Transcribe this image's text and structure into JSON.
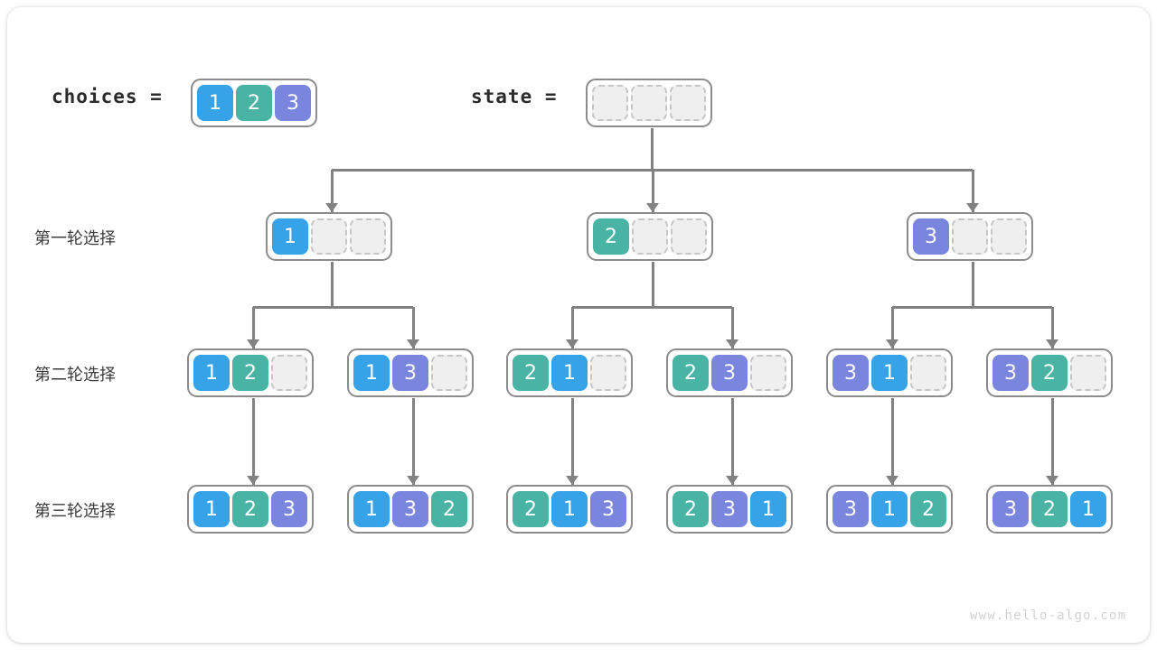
{
  "colors": {
    "blue": "#36a3e8",
    "teal": "#4ab4a4",
    "purple": "#7a85de",
    "empty_fill": "#efefef",
    "empty_border": "#c6c6c6",
    "node_border": "#8c8c8c",
    "line": "#828282",
    "text": "#3c3c3c",
    "watermark": "#d2d2d2"
  },
  "header": {
    "choices_label": "choices =",
    "state_label": "state =",
    "choices_cells": [
      "1",
      "2",
      "3"
    ],
    "state_cells": [
      "",
      "",
      ""
    ]
  },
  "rows": [
    {
      "label": "第一轮选择"
    },
    {
      "label": "第二轮选择"
    },
    {
      "label": "第三轮选择"
    }
  ],
  "level1": [
    {
      "cells": [
        "1",
        "",
        ""
      ]
    },
    {
      "cells": [
        "2",
        "",
        ""
      ]
    },
    {
      "cells": [
        "3",
        "",
        ""
      ]
    }
  ],
  "level2": [
    {
      "cells": [
        "1",
        "2",
        ""
      ]
    },
    {
      "cells": [
        "1",
        "3",
        ""
      ]
    },
    {
      "cells": [
        "2",
        "1",
        ""
      ]
    },
    {
      "cells": [
        "2",
        "3",
        ""
      ]
    },
    {
      "cells": [
        "3",
        "1",
        ""
      ]
    },
    {
      "cells": [
        "3",
        "2",
        ""
      ]
    }
  ],
  "level3": [
    {
      "cells": [
        "1",
        "2",
        "3"
      ]
    },
    {
      "cells": [
        "1",
        "3",
        "2"
      ]
    },
    {
      "cells": [
        "2",
        "1",
        "3"
      ]
    },
    {
      "cells": [
        "2",
        "3",
        "1"
      ]
    },
    {
      "cells": [
        "3",
        "1",
        "2"
      ]
    },
    {
      "cells": [
        "3",
        "2",
        "1"
      ]
    }
  ],
  "footer": {
    "watermark": "www.hello-algo.com"
  }
}
